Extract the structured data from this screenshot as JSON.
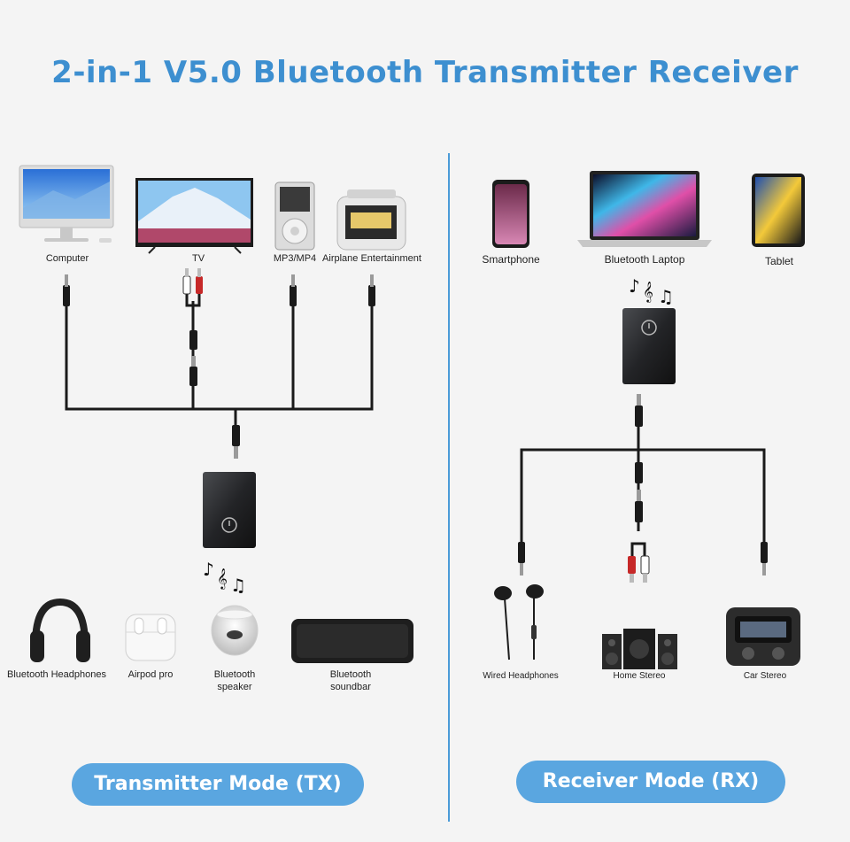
{
  "title": "2-in-1 V5.0 Bluetooth Transmitter Receiver",
  "tx": {
    "sources": [
      "Computer",
      "TV",
      "MP3/MP4",
      "Airplane Entertainment"
    ],
    "outputs": [
      "Bluetooth Headphones",
      "Airpod pro",
      "Bluetooth speaker",
      "Bluetooth soundbar"
    ],
    "mode_label": "Transmitter Mode (TX)"
  },
  "rx": {
    "sources": [
      "Smartphone",
      "Bluetooth Laptop",
      "Tablet"
    ],
    "outputs": [
      "Wired Headphones",
      "Home Stereo",
      "Car Stereo"
    ],
    "mode_label": "Receiver Mode (RX)"
  },
  "colors": {
    "accent": "#3d8fd0",
    "pill": "#5aa6e0",
    "divider": "#4a9bd8",
    "cable": "#1a1a1a"
  }
}
